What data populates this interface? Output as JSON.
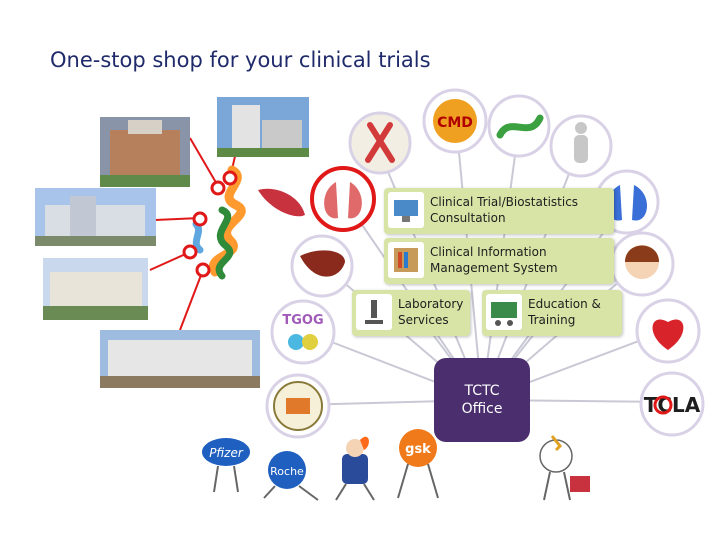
{
  "slide": {
    "title": "One-stop shop for your clinical trials"
  },
  "services": [
    {
      "label_line1": "Clinical Trial/Biostatistics",
      "label_line2": "Consultation",
      "icon": "computer-consultation-icon"
    },
    {
      "label_line1": "Clinical Information",
      "label_line2": "Management System",
      "icon": "bookshelf-icon"
    },
    {
      "label_line1": "Laboratory",
      "label_line2": "Services",
      "icon": "microscope-icon"
    },
    {
      "label_line1": "Education &",
      "label_line2": "Training",
      "icon": "classroom-icon"
    }
  ],
  "office": {
    "line1": "TCTC",
    "line2": "Office"
  },
  "orbit_icons": [
    "ribbon-icon",
    "cmd-logo-icon",
    "bacteria-icon",
    "human-body-icon",
    "lungs-icon",
    "doctor-icon",
    "heart-icon",
    "tcla-logo-icon",
    "tgog-logo-icon",
    "liver-icon",
    "stomach-icon",
    "red-lungs-icon",
    "seal-logo-icon"
  ],
  "sponsors": [
    {
      "name": "Pfizer",
      "icon": "pfizer-mascot-icon"
    },
    {
      "name": "Roche",
      "icon": "roche-mascot-icon"
    },
    {
      "name": "gsk",
      "icon": "gsk-mascot-icon"
    },
    {
      "name": "",
      "icon": "runner-mascot-icon"
    },
    {
      "name": "",
      "icon": "briefcase-mascot-icon"
    }
  ],
  "hospitals": [
    "hospital-building-1",
    "hospital-building-2",
    "hospital-building-3",
    "hospital-building-4",
    "hospital-building-5"
  ],
  "colors": {
    "title": "#1f2a6b",
    "service_fill": "#d7e4a6",
    "office_fill": "#4a2e6d",
    "spoke": "#c9c9d6",
    "red_link": "#e01818",
    "circle_border": "#d9d2e6"
  }
}
